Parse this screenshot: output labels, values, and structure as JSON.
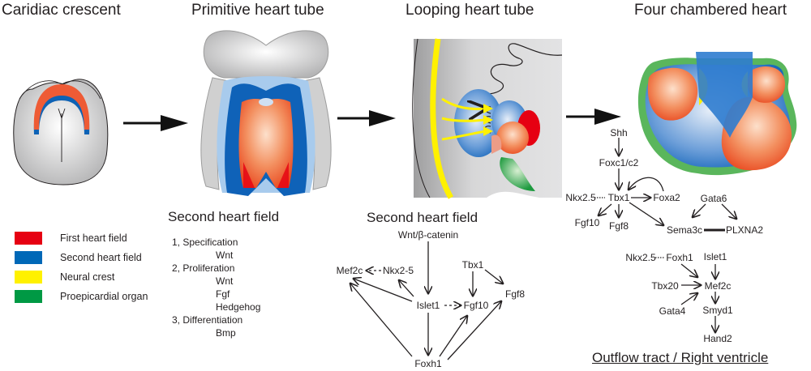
{
  "stages": [
    {
      "title": "Caridiac crescent"
    },
    {
      "title": "Primitive heart tube"
    },
    {
      "title": "Looping heart tube"
    },
    {
      "title": "Four chambered heart"
    }
  ],
  "legend": [
    {
      "label": "First heart field",
      "color": "#e60012"
    },
    {
      "label": "Second heart field",
      "color": "#0068b7"
    },
    {
      "label": "Neural crest",
      "color": "#fff100"
    },
    {
      "label": "Proepicardial organ",
      "color": "#009944"
    }
  ],
  "shf_steps": {
    "title": "Second heart field",
    "items": [
      {
        "label": "1, Specification",
        "indent": false
      },
      {
        "label": "Wnt",
        "indent": true
      },
      {
        "label": "2, Proliferation",
        "indent": false
      },
      {
        "label": "Wnt",
        "indent": true
      },
      {
        "label": "Fgf",
        "indent": true
      },
      {
        "label": "Hedgehog",
        "indent": true
      },
      {
        "label": "3, Differentiation",
        "indent": false
      },
      {
        "label": "Bmp",
        "indent": true
      }
    ]
  },
  "shf_network": {
    "title": "Second heart field",
    "nodes": {
      "wnt": "Wnt/β-catenin",
      "mef2c": "Mef2c",
      "nkx25": "Nkx2-5",
      "tbx1": "Tbx1",
      "fgf8": "Fgf8",
      "islet1": "Islet1",
      "fgf10": "Fgf10",
      "foxh1": "Foxh1"
    }
  },
  "oft_network": {
    "nodes": {
      "shh": "Shh",
      "foxc": "Foxc1/c2",
      "nkx": "Nkx2.5",
      "tbx1": "Tbx1",
      "foxa2": "Foxa2",
      "gata6": "Gata6",
      "fgf10": "Fgf10",
      "fgf8": "Fgf8",
      "sema3c": "Sema3c",
      "plxna2": "PLXNA2",
      "nkx2": "Nkx2.5",
      "foxh1": "Foxh1",
      "islet1": "Islet1",
      "tbx20": "Tbx20",
      "mef2c": "Mef2c",
      "gata4": "Gata4",
      "smyd1": "Smyd1",
      "hand2": "Hand2"
    },
    "caption": "Outflow tract / Right ventricle"
  }
}
